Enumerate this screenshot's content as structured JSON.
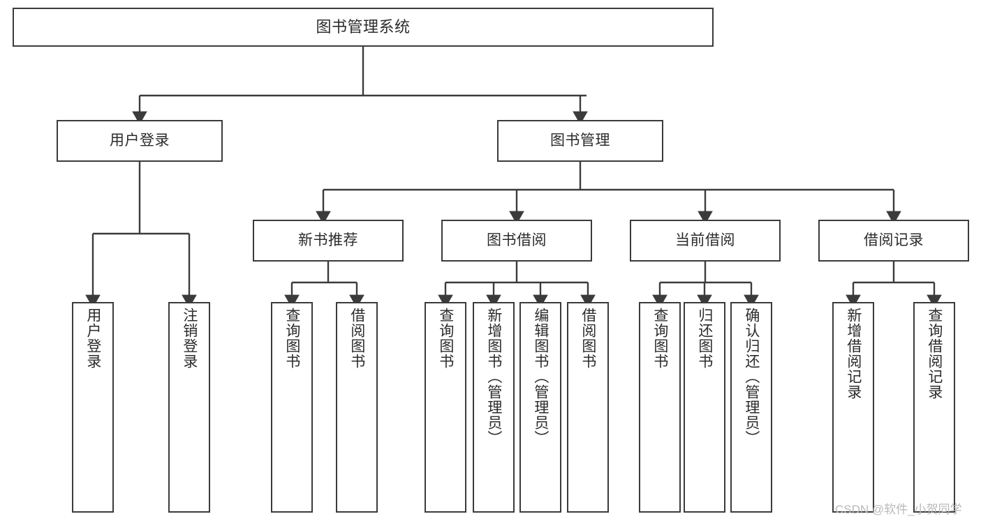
{
  "diagram": {
    "title": "图书管理系统",
    "type": "tree-hierarchy",
    "colors": {
      "box_border": "#3b3b3b",
      "box_fill": "#ffffff",
      "edge": "#3b3b3b",
      "text": "#2b2b2b",
      "watermark": "#b9b9b9",
      "background": "#ffffff"
    }
  },
  "nodes": {
    "root": {
      "label": "图书管理系统"
    },
    "level2": [
      {
        "id": "user-login",
        "label": "用户登录"
      },
      {
        "id": "book-management",
        "label": "图书管理"
      }
    ],
    "level3": [
      {
        "id": "new-book-recommend",
        "label": "新书推荐"
      },
      {
        "id": "book-borrow",
        "label": "图书借阅"
      },
      {
        "id": "current-borrow",
        "label": "当前借阅"
      },
      {
        "id": "borrow-record",
        "label": "借阅记录"
      }
    ],
    "leaves": {
      "user_login": [
        {
          "id": "leaf-user-login",
          "label": "用户登录"
        },
        {
          "id": "leaf-logout-login",
          "label": "注销登录"
        }
      ],
      "new_book_recommend": [
        {
          "id": "leaf-query-book-1",
          "label": "查询图书"
        },
        {
          "id": "leaf-borrow-book-1",
          "label": "借阅图书"
        }
      ],
      "book_borrow": [
        {
          "id": "leaf-query-book-2",
          "label": "查询图书"
        },
        {
          "id": "leaf-add-book",
          "label": "新增图书（管理员）"
        },
        {
          "id": "leaf-edit-book",
          "label": "编辑图书（管理员）"
        },
        {
          "id": "leaf-borrow-book-2",
          "label": "借阅图书"
        }
      ],
      "current_borrow": [
        {
          "id": "leaf-query-book-3",
          "label": "查询图书"
        },
        {
          "id": "leaf-return-book",
          "label": "归还图书"
        },
        {
          "id": "leaf-confirm-return",
          "label": "确认归还（管理员）"
        }
      ],
      "borrow_record": [
        {
          "id": "leaf-add-record",
          "label": "新增借阅记录"
        },
        {
          "id": "leaf-query-record",
          "label": "查询借阅记录"
        }
      ]
    }
  },
  "watermark": {
    "text": "CSDN @软件_小贺同学"
  }
}
